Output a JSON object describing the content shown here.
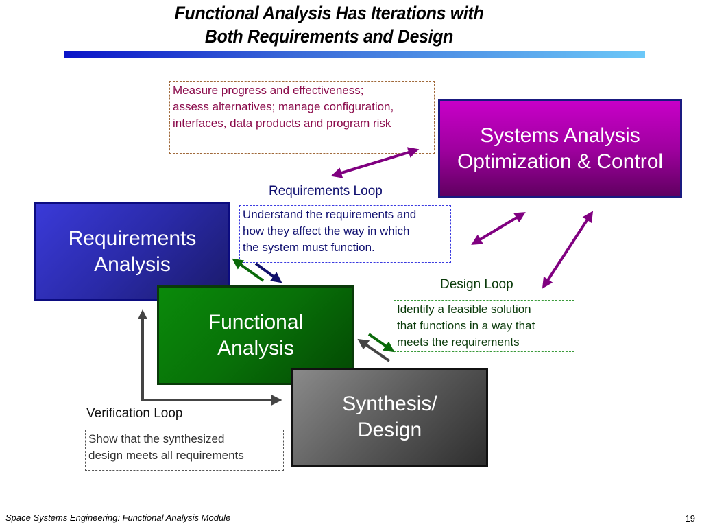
{
  "title": {
    "line1": "Functional Analysis Has Iterations with",
    "line2": "Both Requirements and Design"
  },
  "boxes": {
    "requirements_analysis": "Requirements\nAnalysis",
    "systems_analysis": "Systems Analysis\nOptimization & Control",
    "functional_analysis": "Functional\nAnalysis",
    "synthesis_design": "Synthesis/\nDesign"
  },
  "notes": {
    "systems_analysis": "Measure progress and effectiveness;\nassess alternatives; manage configuration,\ninterfaces, data products and program risk",
    "requirements_loop": "Understand the requirements and\nhow they affect the way in which\nthe system must function.",
    "design_loop": "Identify a feasible solution\nthat functions in a way that\nmeets the requirements",
    "verification_loop": "Show that the synthesized\ndesign meets all requirements"
  },
  "loop_labels": {
    "requirements": "Requirements Loop",
    "design": "Design Loop",
    "verification": "Verification Loop"
  },
  "colors": {
    "requirements_box": "#2a2aa8",
    "systems_box": "#a000a0",
    "functional_box": "#087008",
    "synthesis_box": "#5a5a5a",
    "arrow_purple": "#800080",
    "arrow_green": "#0a6a0a",
    "arrow_navy": "#10106a",
    "arrow_gray": "#444444"
  },
  "footer": {
    "module": "Space Systems Engineering: Functional Analysis Module",
    "page_number": "19"
  }
}
